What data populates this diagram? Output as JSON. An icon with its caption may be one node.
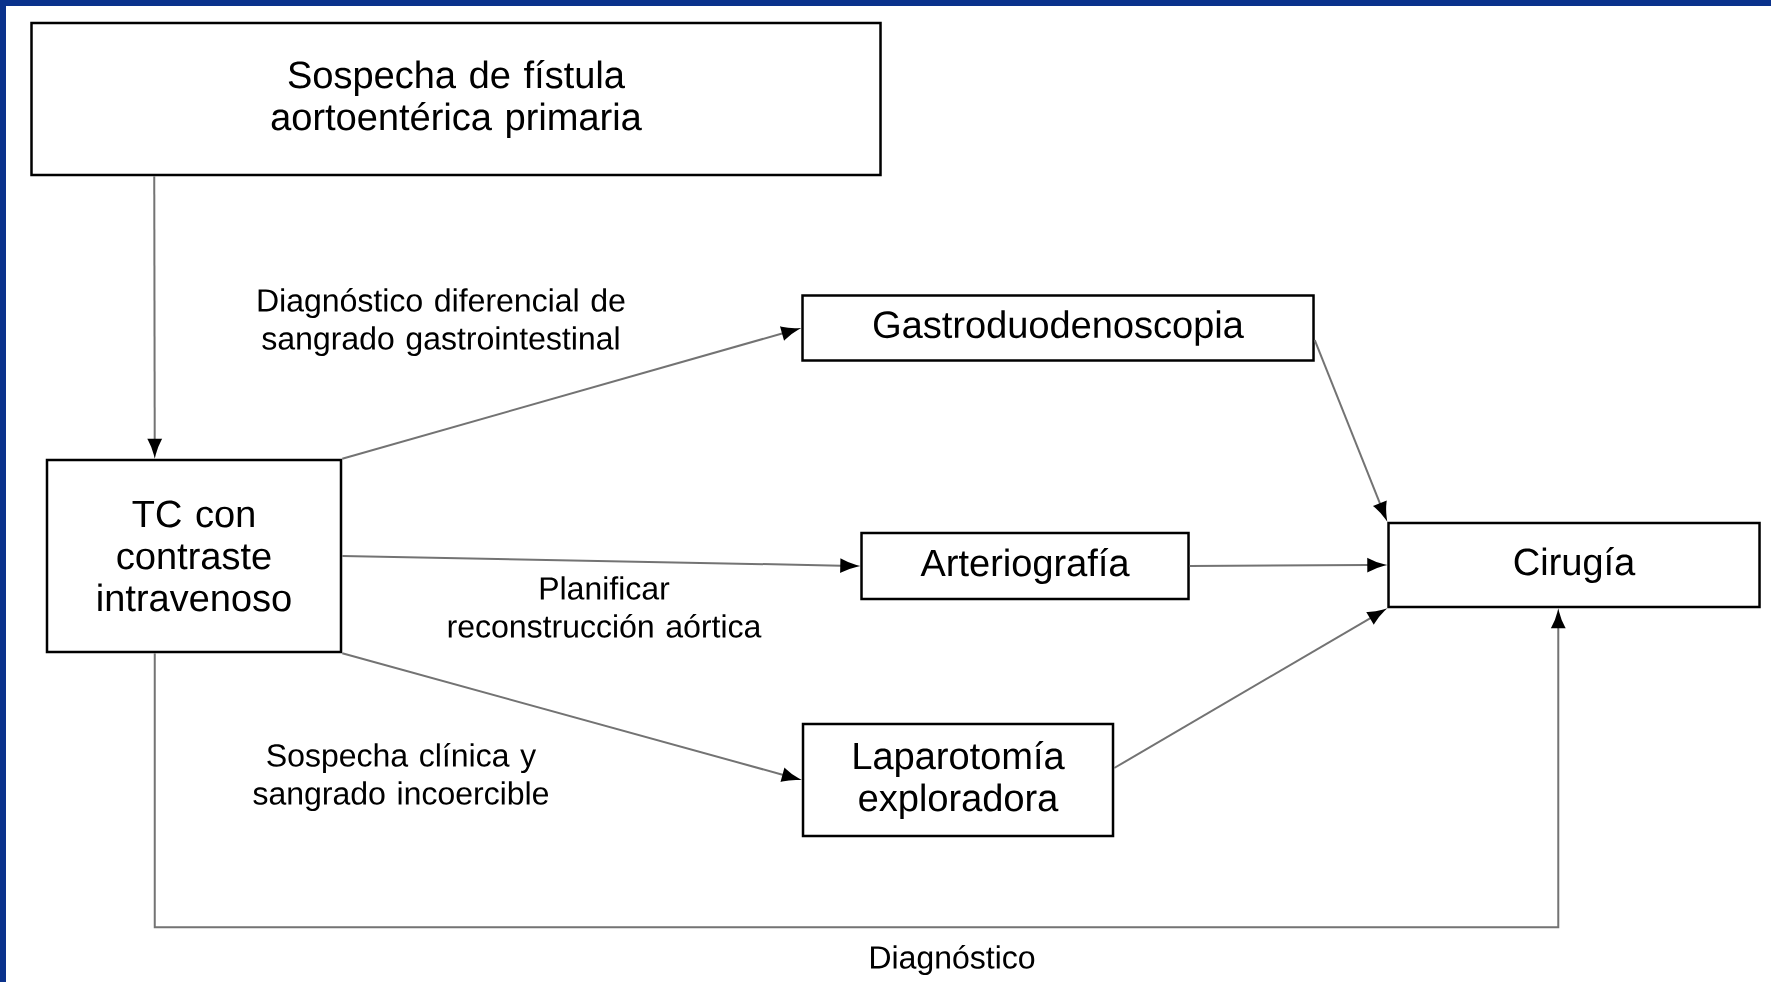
{
  "diagram": {
    "nodes": [
      {
        "text": [
          "Sospecha de fístula aortoentérica primaria"
        ]
      },
      {
        "text": [
          "TC con contraste intravenoso"
        ]
      },
      {
        "text": [
          "Gastroduodenoscopia"
        ]
      },
      {
        "text": [
          "Arteriografía"
        ]
      },
      {
        "text": [
          "Cirugía"
        ]
      },
      {
        "text": [
          "Laparotomía exploradora"
        ]
      }
    ],
    "edges": [
      {
        "from": 0,
        "to": 1,
        "arrow": "to"
      },
      {
        "from": 1,
        "to": 2,
        "arrow": "to",
        "label": "Diagnóstico diferencial de sangrado gastrointestinal"
      },
      {
        "from": 1,
        "to": 3,
        "arrow": "to",
        "label": "Planificar reconstrucción aórtica"
      },
      {
        "from": 1,
        "to": 5,
        "arrow": "to",
        "label": "Sospecha clínica y sangrado incoercible"
      },
      {
        "from": 2,
        "to": 4,
        "arrow": "to"
      },
      {
        "from": 3,
        "to": 4,
        "arrow": "to"
      },
      {
        "from": 5,
        "to": 4,
        "arrow": "to"
      },
      {
        "from": 1,
        "to": 4,
        "arrow": "to",
        "label": "Diagnóstico"
      }
    ]
  }
}
